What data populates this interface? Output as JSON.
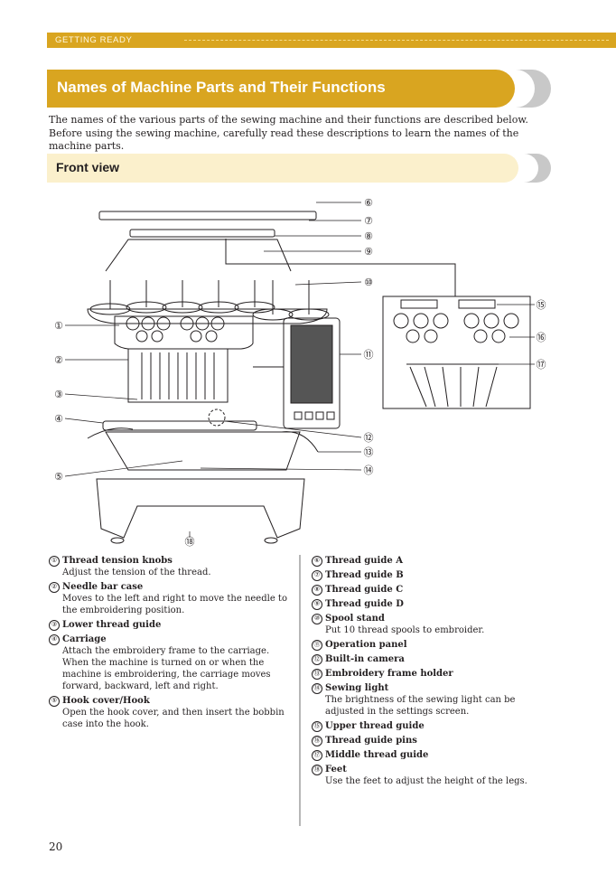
{
  "header": {
    "section": "GETTING READY"
  },
  "title": "Names of Machine Parts and Their Functions",
  "intro": "The names of the various parts of the sewing machine and their functions are described below. Before using the sewing machine, carefully read these descriptions to learn the names of the machine parts.",
  "subtitle": "Front view",
  "callouts": [
    "①",
    "②",
    "③",
    "④",
    "⑤",
    "⑥",
    "⑦",
    "⑧",
    "⑨",
    "⑩",
    "⑪",
    "⑫",
    "⑬",
    "⑭",
    "⑮",
    "⑯",
    "⑰",
    "⑱"
  ],
  "parts_left": [
    {
      "num": "①",
      "name": "Thread tension knobs",
      "desc": "Adjust the tension of the thread."
    },
    {
      "num": "②",
      "name": "Needle bar case",
      "desc": "Moves to the left and right to move the needle to the embroidering position."
    },
    {
      "num": "③",
      "name": "Lower thread guide",
      "desc": ""
    },
    {
      "num": "④",
      "name": "Carriage",
      "desc": "Attach the embroidery frame to the carriage. When the machine is turned on or when the machine is embroidering, the carriage moves forward, backward, left and right."
    },
    {
      "num": "⑤",
      "name": "Hook cover/Hook",
      "desc": "Open the hook cover, and then insert the bobbin case into the hook."
    }
  ],
  "parts_right": [
    {
      "num": "⑥",
      "name": "Thread guide A",
      "desc": ""
    },
    {
      "num": "⑦",
      "name": "Thread guide B",
      "desc": ""
    },
    {
      "num": "⑧",
      "name": "Thread guide C",
      "desc": ""
    },
    {
      "num": "⑨",
      "name": "Thread guide D",
      "desc": ""
    },
    {
      "num": "⑩",
      "name": "Spool stand",
      "desc": "Put 10 thread spools to embroider."
    },
    {
      "num": "⑪",
      "name": "Operation panel",
      "desc": ""
    },
    {
      "num": "⑫",
      "name": "Built-in camera",
      "desc": ""
    },
    {
      "num": "⑬",
      "name": "Embroidery frame holder",
      "desc": ""
    },
    {
      "num": "⑭",
      "name": "Sewing light",
      "desc": "The brightness of the sewing light can be adjusted in the settings screen."
    },
    {
      "num": "⑮",
      "name": "Upper thread guide",
      "desc": ""
    },
    {
      "num": "⑯",
      "name": "Thread guide pins",
      "desc": ""
    },
    {
      "num": "⑰",
      "name": "Middle thread guide",
      "desc": ""
    },
    {
      "num": "⑱",
      "name": "Feet",
      "desc": "Use the feet to adjust the height of the legs."
    }
  ],
  "page_number": "20",
  "colors": {
    "accent": "#d9a520",
    "accent_light": "#fbf0cc",
    "shadow": "#c8c8c8"
  }
}
